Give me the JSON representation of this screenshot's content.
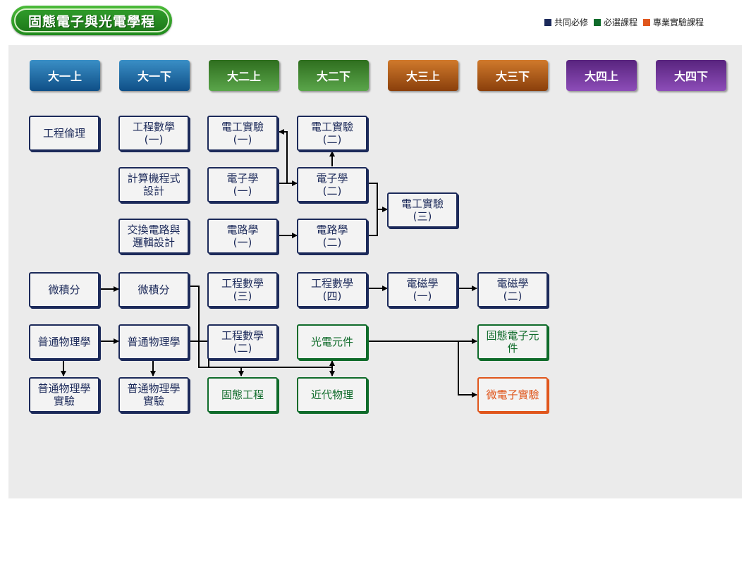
{
  "title": "固態電子與光電學程",
  "legend": [
    {
      "label": "共同必修",
      "color": "#1c2a5a"
    },
    {
      "label": "必選課程",
      "color": "#0f6b2a"
    },
    {
      "label": "專業實驗課程",
      "color": "#e0561c"
    }
  ],
  "semesters": [
    "大一上",
    "大一下",
    "大二上",
    "大二下",
    "大三上",
    "大三下",
    "大四上",
    "大四下"
  ],
  "semester_colors": [
    "blue",
    "blue",
    "green",
    "green",
    "orange",
    "orange",
    "purple",
    "purple"
  ],
  "courses": {
    "ethics": {
      "label": "工程倫理",
      "type": "common"
    },
    "engmath1": {
      "label": "工程數學\n(一)",
      "type": "common"
    },
    "programming": {
      "label": "計算機程式\n設計",
      "type": "common"
    },
    "switching": {
      "label": "交換電路與\n邏輯設計",
      "type": "common"
    },
    "eelab1": {
      "label": "電工實驗\n(一)",
      "type": "common"
    },
    "electronics1": {
      "label": "電子學\n(一)",
      "type": "common"
    },
    "circuits1": {
      "label": "電路學\n(一)",
      "type": "common"
    },
    "eelab2": {
      "label": "電工實驗\n(二)",
      "type": "common"
    },
    "electronics2": {
      "label": "電子學\n(二)",
      "type": "common"
    },
    "circuits2": {
      "label": "電路學\n(二)",
      "type": "common"
    },
    "eelab3": {
      "label": "電工實驗\n(三)",
      "type": "common"
    },
    "calculus1": {
      "label": "微積分",
      "type": "common"
    },
    "calculus2": {
      "label": "微積分",
      "type": "common"
    },
    "engmath3": {
      "label": "工程數學\n(三)",
      "type": "common"
    },
    "engmath4": {
      "label": "工程數學\n(四)",
      "type": "common"
    },
    "em1": {
      "label": "電磁學\n(一)",
      "type": "common"
    },
    "em2": {
      "label": "電磁學\n(二)",
      "type": "common"
    },
    "physics1": {
      "label": "普通物理學",
      "type": "common"
    },
    "physics2": {
      "label": "普通物理學",
      "type": "common"
    },
    "engmath2": {
      "label": "工程數學\n(二)",
      "type": "common"
    },
    "optodevice": {
      "label": "光電元件",
      "type": "elective"
    },
    "ssdevice": {
      "label": "固態電子元\n件",
      "type": "elective"
    },
    "physlab1": {
      "label": "普通物理學\n實驗",
      "type": "common"
    },
    "physlab2": {
      "label": "普通物理學\n實驗",
      "type": "common"
    },
    "sseng": {
      "label": "固態工程",
      "type": "elective"
    },
    "modphys": {
      "label": "近代物理",
      "type": "elective"
    },
    "microlab": {
      "label": "微電子實驗",
      "type": "lab"
    }
  }
}
